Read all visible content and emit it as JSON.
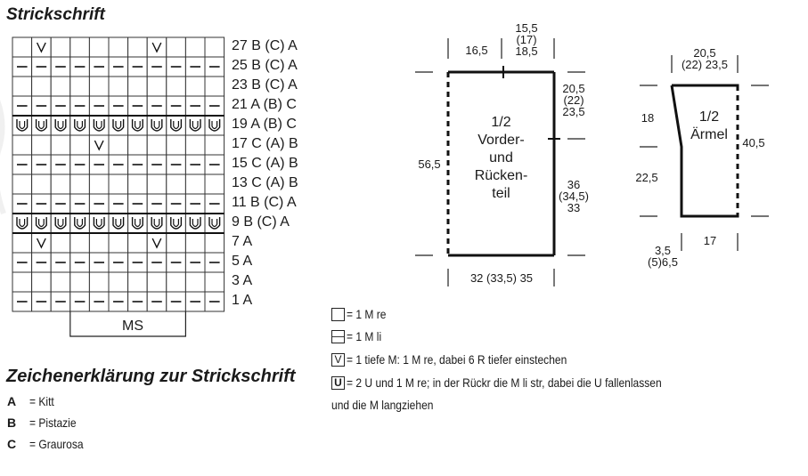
{
  "chart_section": {
    "title": "Strickschrift",
    "ms_label": "MS",
    "row_labels": [
      "27 B (C) A",
      "25 B (C) A",
      "23 B (C) A",
      "21 A (B) C",
      "19 A (B) C",
      "17 C (A) B",
      "15 C (A) B",
      "13 C (A) B",
      "11 B (C) A",
      "9 B (C) A",
      "7 A",
      "5 A",
      "3 A",
      "1 A"
    ],
    "grid_rows": [
      "E V E E E E E V E E E",
      "P P P P P P P P P P P",
      "E E E E E E E E E E E",
      "P P P P P P P P P P P",
      "U U U U U U U U U U U",
      "E E E E V E E E E E E",
      "P P P P P P P P P P P",
      "E E E E E E E E E E E",
      "P P P P P P P P P P P",
      "U U U U U U U U U U U",
      "E V E E E E E V E E E",
      "P P P P P P P P P P P",
      "E E E E E E E E E E E",
      "P P P P P P P P P P P"
    ]
  },
  "pieces": {
    "body": {
      "label_lines": [
        "1/2",
        "Vorder-",
        "und",
        "Rücken-",
        "teil"
      ],
      "dim_top_left": "16,5",
      "dim_top_right_lines": [
        "15,5",
        "(17)",
        "18,5"
      ],
      "dim_right_upper_lines": [
        "20,5",
        "(22)",
        "23,5"
      ],
      "dim_right_lower_lines": [
        "36",
        "(34,5)",
        "33"
      ],
      "dim_left": "56,5",
      "dim_bottom": "32 (33,5) 35"
    },
    "sleeve": {
      "label_lines": [
        "1/2",
        "Ärmel"
      ],
      "dim_top_lines": [
        "20,5",
        "(22) 23,5"
      ],
      "dim_left_upper": "18",
      "dim_left_lower": "22,5",
      "dim_right": "40,5",
      "dim_bottom_left_lines": [
        "3,5",
        "(5)6,5"
      ],
      "dim_bottom_right": "17"
    }
  },
  "symbol_legend": {
    "items": [
      {
        "symbol": "",
        "text": "= 1 M re"
      },
      {
        "symbol": "—",
        "text": "= 1 M li"
      },
      {
        "symbol": "V",
        "text": "= 1 tiefe M: 1 M re, dabei 6 R tiefer einstechen"
      },
      {
        "symbol": "U",
        "text": "= 2 U und 1 M re; in der Rückr die M li str, dabei die U fallenlassen"
      }
    ],
    "continuation": "und die M langziehen"
  },
  "color_legend": {
    "title": "Zeichenerklärung zur Strickschrift",
    "items": [
      {
        "key": "A",
        "text": "= Kitt"
      },
      {
        "key": "B",
        "text": "= Pistazie"
      },
      {
        "key": "C",
        "text": "= Graurosa"
      }
    ]
  }
}
